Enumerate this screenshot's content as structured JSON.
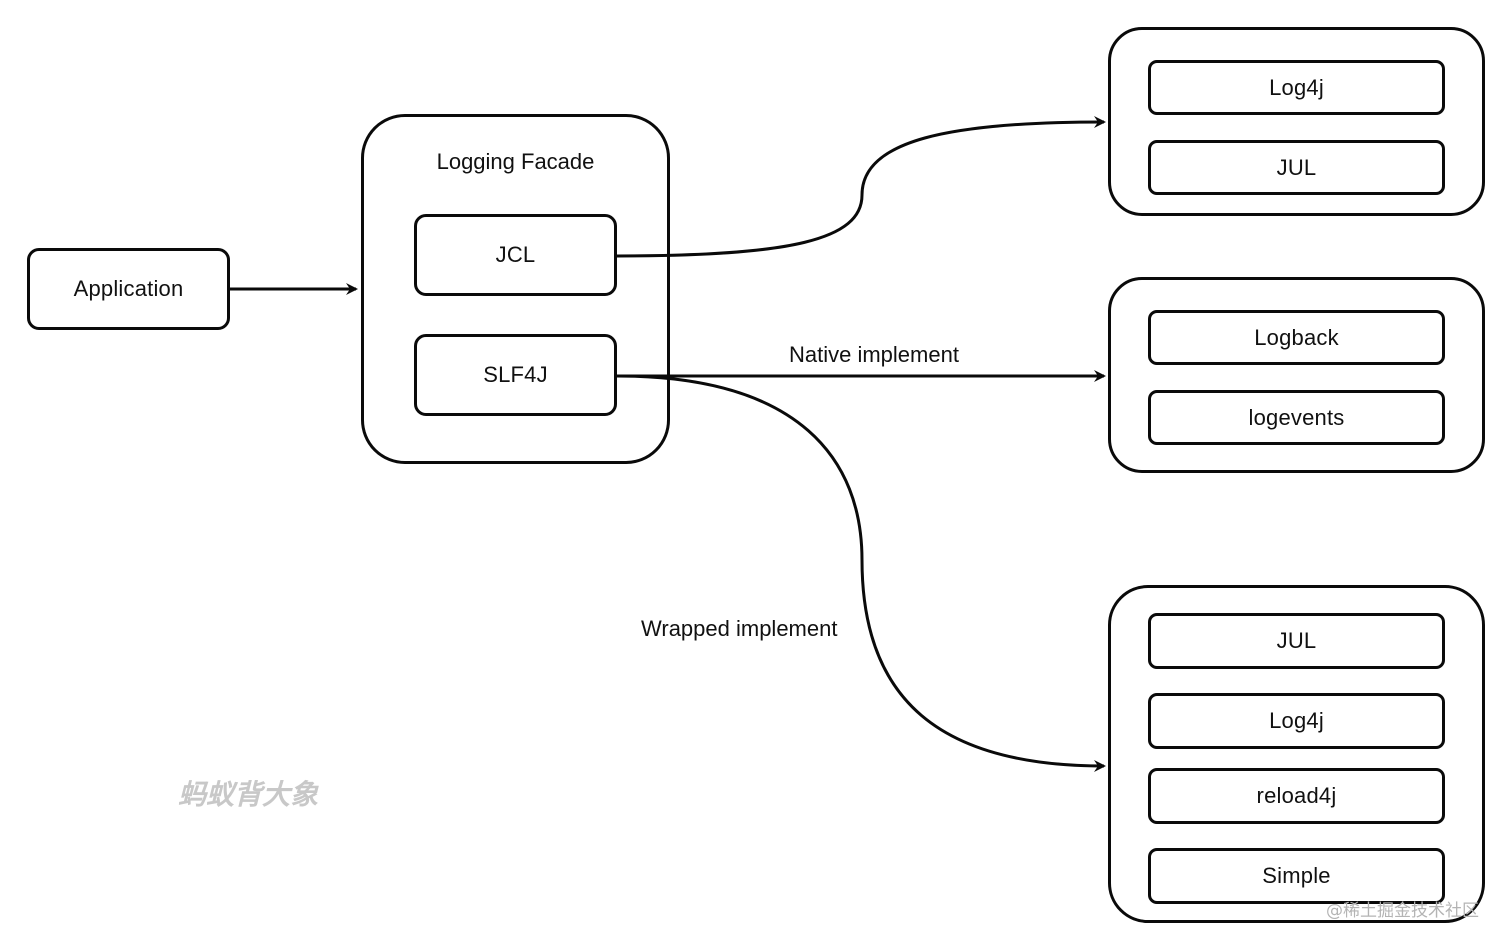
{
  "application": {
    "label": "Application"
  },
  "facade": {
    "title": "Logging Facade",
    "items": [
      "JCL",
      "SLF4J"
    ]
  },
  "group_top": {
    "items": [
      "Log4j",
      "JUL"
    ]
  },
  "group_native": {
    "items": [
      "Logback",
      "logevents"
    ]
  },
  "group_wrapped": {
    "items": [
      "JUL",
      "Log4j",
      "reload4j",
      "Simple"
    ]
  },
  "edges": {
    "native_label": "Native implement",
    "wrapped_label": "Wrapped implement"
  },
  "watermark": {
    "text": "蚂蚁背大象"
  },
  "site_mark": {
    "text": "@稀土掘金技术社区"
  },
  "colors": {
    "stroke": "#0a0a0a",
    "background": "#ffffff",
    "watermark": "#c8c8c8"
  }
}
